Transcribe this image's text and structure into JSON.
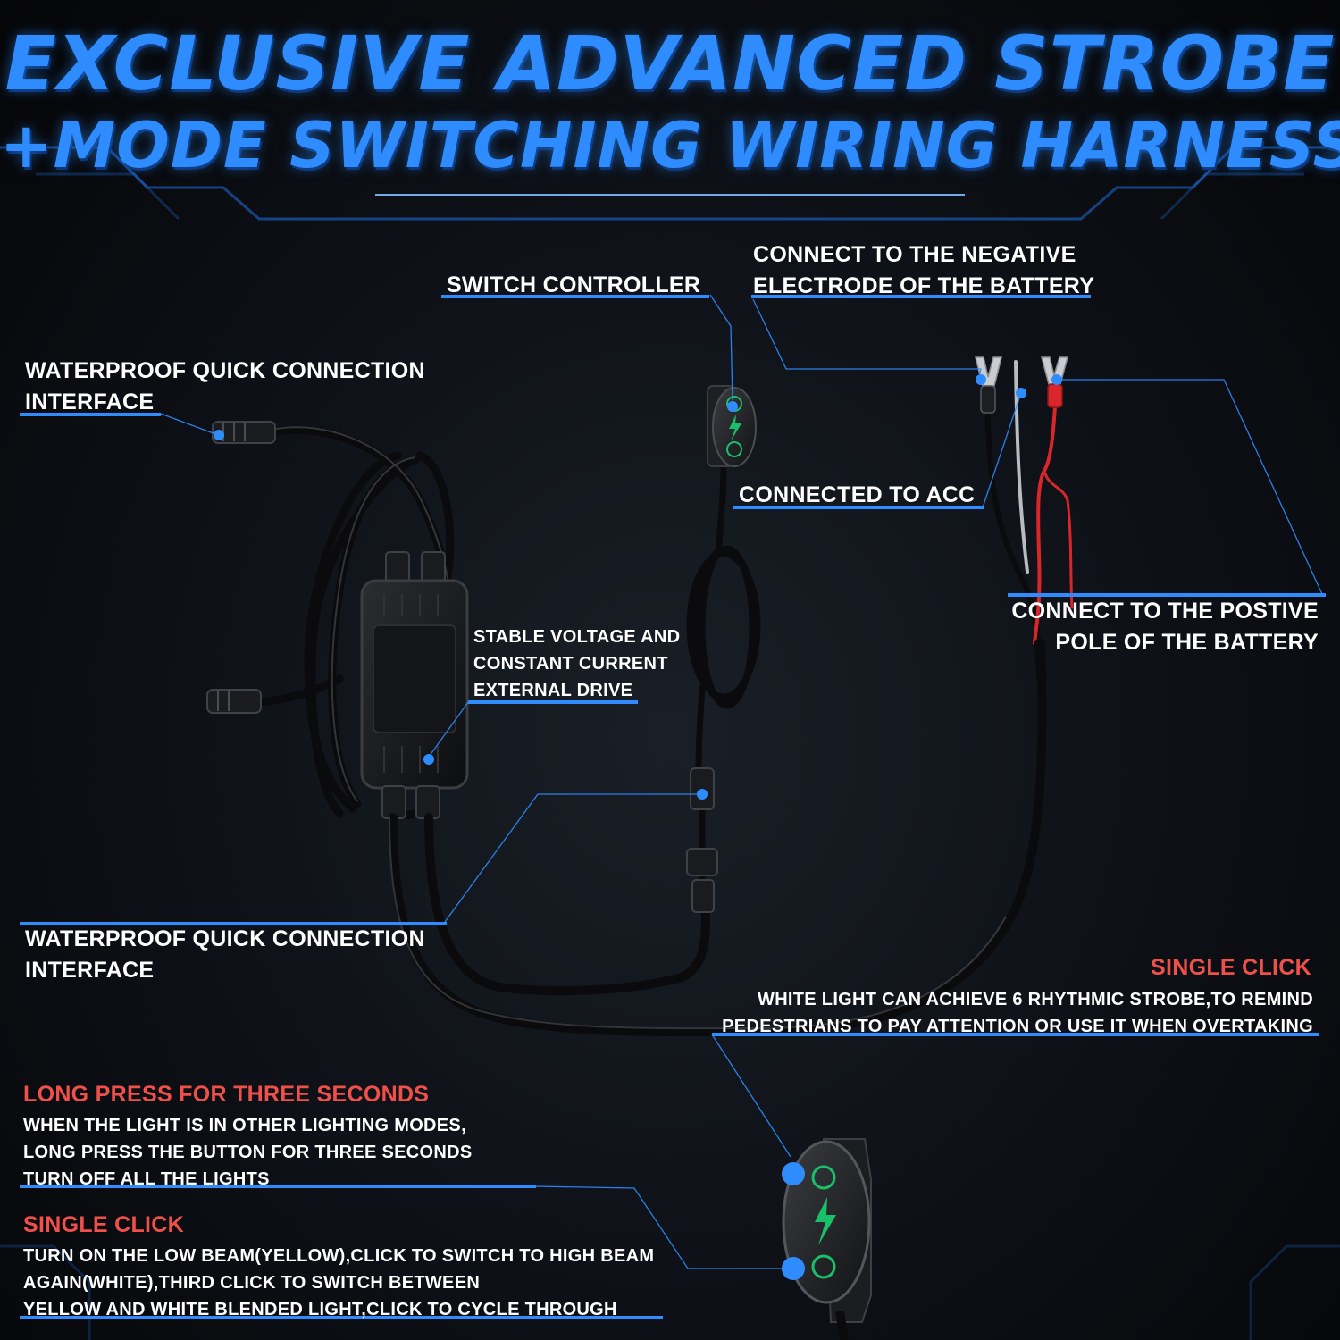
{
  "title": {
    "line1": "EXCLUSIVE ADVANCED STROBE",
    "line2": "+MODE SWITCHING WIRING HARNESS"
  },
  "labels": {
    "switch_controller": "SWITCH CONTROLLER",
    "negative_battery": [
      "CONNECT TO THE NEGATIVE",
      "ELECTRODE OF THE BATTERY"
    ],
    "waterproof_top": [
      "WATERPROOF QUICK CONNECTION",
      "INTERFACE"
    ],
    "connected_acc": "CONNECTED TO ACC",
    "positive_battery": [
      "CONNECT TO THE POSTIVE",
      "POLE OF THE BATTERY"
    ],
    "stable_voltage": [
      "STABLE VOLTAGE AND",
      "CONSTANT CURRENT",
      "EXTERNAL DRIVE"
    ],
    "waterproof_bottom": [
      "WATERPROOF QUICK CONNECTION",
      "INTERFACE"
    ]
  },
  "instructions": {
    "single_click_right": {
      "heading": "SINGLE CLICK",
      "lines": [
        "WHITE LIGHT CAN ACHIEVE 6 RHYTHMIC STROBE,TO REMIND",
        "PEDESTRIANS TO PAY ATTENTION OR USE IT WHEN OVERTAKING"
      ]
    },
    "long_press": {
      "heading": "LONG PRESS FOR THREE SECONDS",
      "lines": [
        "WHEN THE LIGHT IS IN OTHER LIGHTING MODES,",
        "LONG PRESS THE BUTTON FOR THREE SECONDS",
        "TURN OFF ALL THE LIGHTS"
      ]
    },
    "single_click_left": {
      "heading": "SINGLE CLICK",
      "lines": [
        "TURN ON THE LOW BEAM(YELLOW),CLICK TO SWITCH TO HIGH BEAM",
        "AGAIN(WHITE),THIRD CLICK TO SWITCH BETWEEN",
        "YELLOW AND WHITE BLENDED LIGHT,CLICK TO CYCLE THROUGH"
      ]
    }
  },
  "colors": {
    "accent": "#2f8cff",
    "label_text": "#ffffff",
    "heading_red": "#f0504a",
    "wire": "#0b0b0d",
    "wire_red": "#d8262b",
    "icon_green": "#19c06a"
  },
  "icons": [
    "switch-button-icon",
    "lightning-icon",
    "low-beam-icon",
    "high-beam-icon",
    "ring-terminal-icon"
  ]
}
